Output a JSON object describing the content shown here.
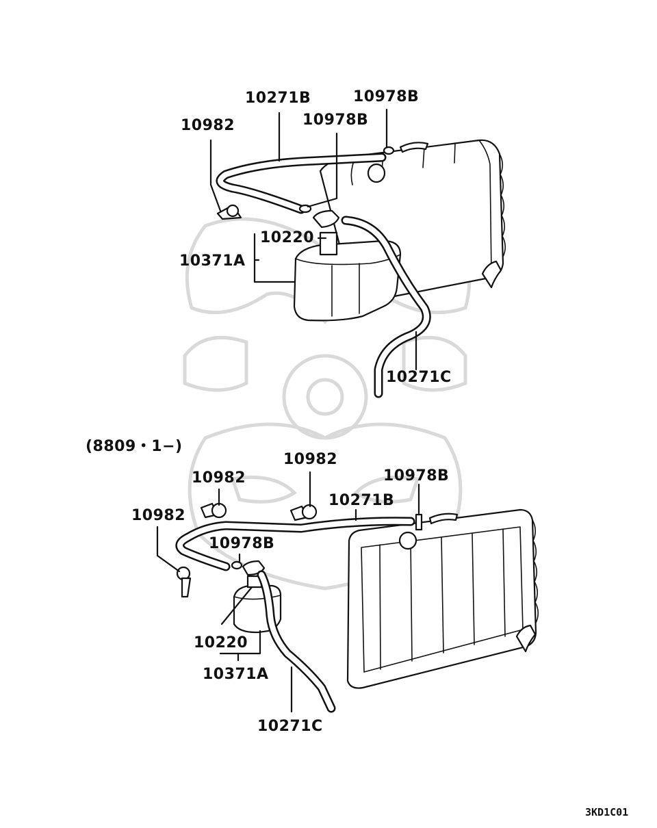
{
  "diagram_code": "3KD1C01",
  "variant_note": "(8809・1−)",
  "upper_assembly": {
    "labels": {
      "clamp_right": "10978B",
      "hose_upper": "10271B",
      "clamp_mid": "10978B",
      "clip": "10982",
      "cap": "10220",
      "tank": "10371A",
      "hose_lower": "10271C"
    }
  },
  "lower_assembly": {
    "labels": {
      "clip_mid": "10982",
      "clamp_right": "10978B",
      "clip_upper_left": "10982",
      "hose_upper": "10271B",
      "clip_left": "10982",
      "clamp_mid": "10978B",
      "cap": "10220",
      "tank": "10371A",
      "hose_lower": "10271C"
    }
  }
}
